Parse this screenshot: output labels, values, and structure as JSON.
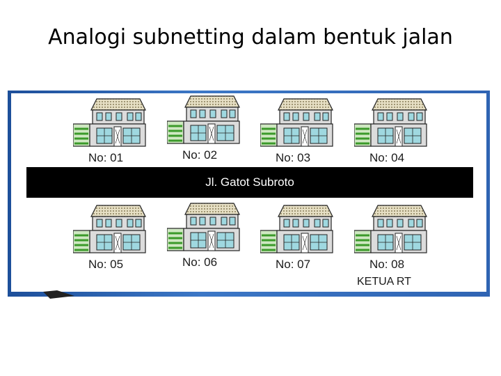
{
  "title": "Analogi subnetting dalam bentuk jalan",
  "road": {
    "label": "Jl. Gatot Subroto"
  },
  "houses": [
    {
      "label": "No: 01"
    },
    {
      "label": "No: 02"
    },
    {
      "label": "No: 03"
    },
    {
      "label": "No: 04"
    },
    {
      "label": "No: 05"
    },
    {
      "label": "No: 06"
    },
    {
      "label": "No: 07"
    },
    {
      "label": "No: 08",
      "note": "KETUA RT"
    }
  ],
  "colors": {
    "frame": "#2f64b3",
    "road": "#000000",
    "roof": "#d8cfae",
    "wall": "#dcdcdc",
    "window": "#9fd8e0",
    "garage": "#a8e08c"
  }
}
